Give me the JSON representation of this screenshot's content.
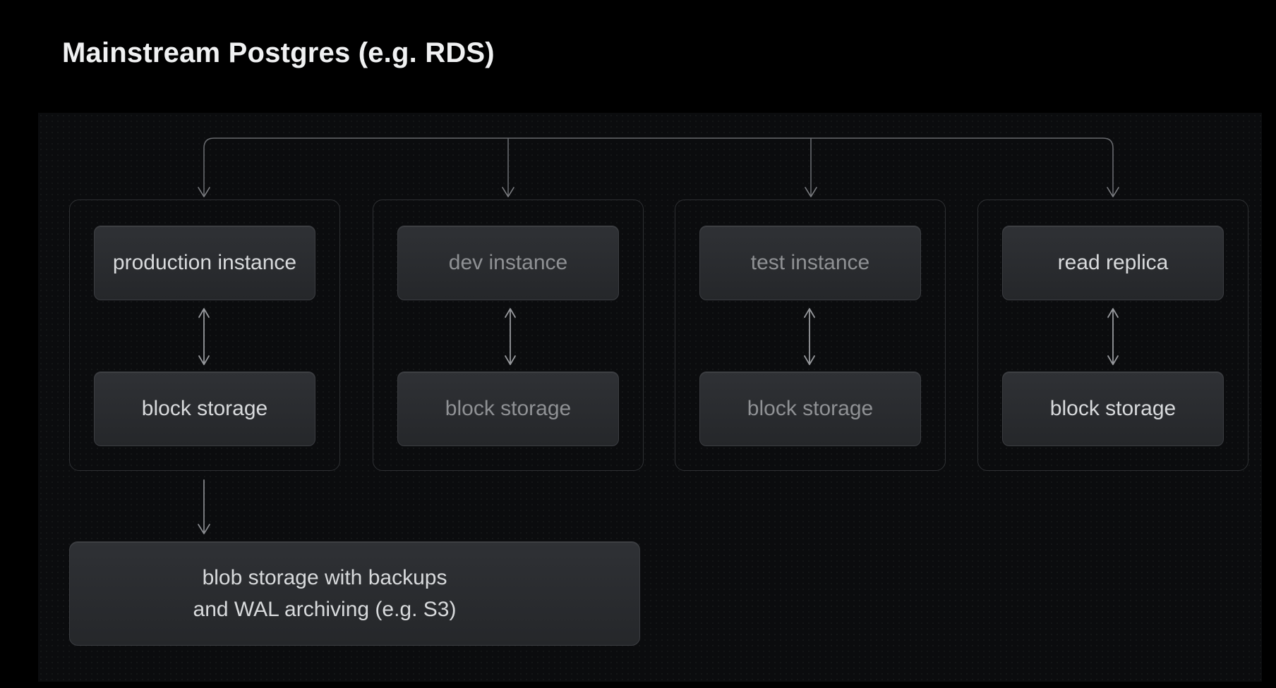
{
  "page": {
    "title": "Mainstream Postgres (e.g. RDS)"
  },
  "diagram": {
    "columns": [
      {
        "id": "production",
        "instance_label": "production instance",
        "storage_label": "block storage",
        "emphasis": "bright"
      },
      {
        "id": "dev",
        "instance_label": "dev instance",
        "storage_label": "block storage",
        "emphasis": "dim"
      },
      {
        "id": "test",
        "instance_label": "test instance",
        "storage_label": "block storage",
        "emphasis": "dim"
      },
      {
        "id": "read-replica",
        "instance_label": "read replica",
        "storage_label": "block storage",
        "emphasis": "bright"
      }
    ],
    "blob_node": {
      "line1": "blob storage with backups",
      "line2": "and WAL archiving (e.g. S3)"
    }
  },
  "colors": {
    "background": "#000000",
    "panel_background": "#0b0c0e",
    "node_fill_top": "#2f3135",
    "node_fill_bottom": "#25272a",
    "node_border": "#3b3d41",
    "column_border": "#2e3033",
    "text_bright": "#d8dadc",
    "text_dim": "#8f9194",
    "tree_connector": "#67696d",
    "arrow": "#97999d"
  }
}
